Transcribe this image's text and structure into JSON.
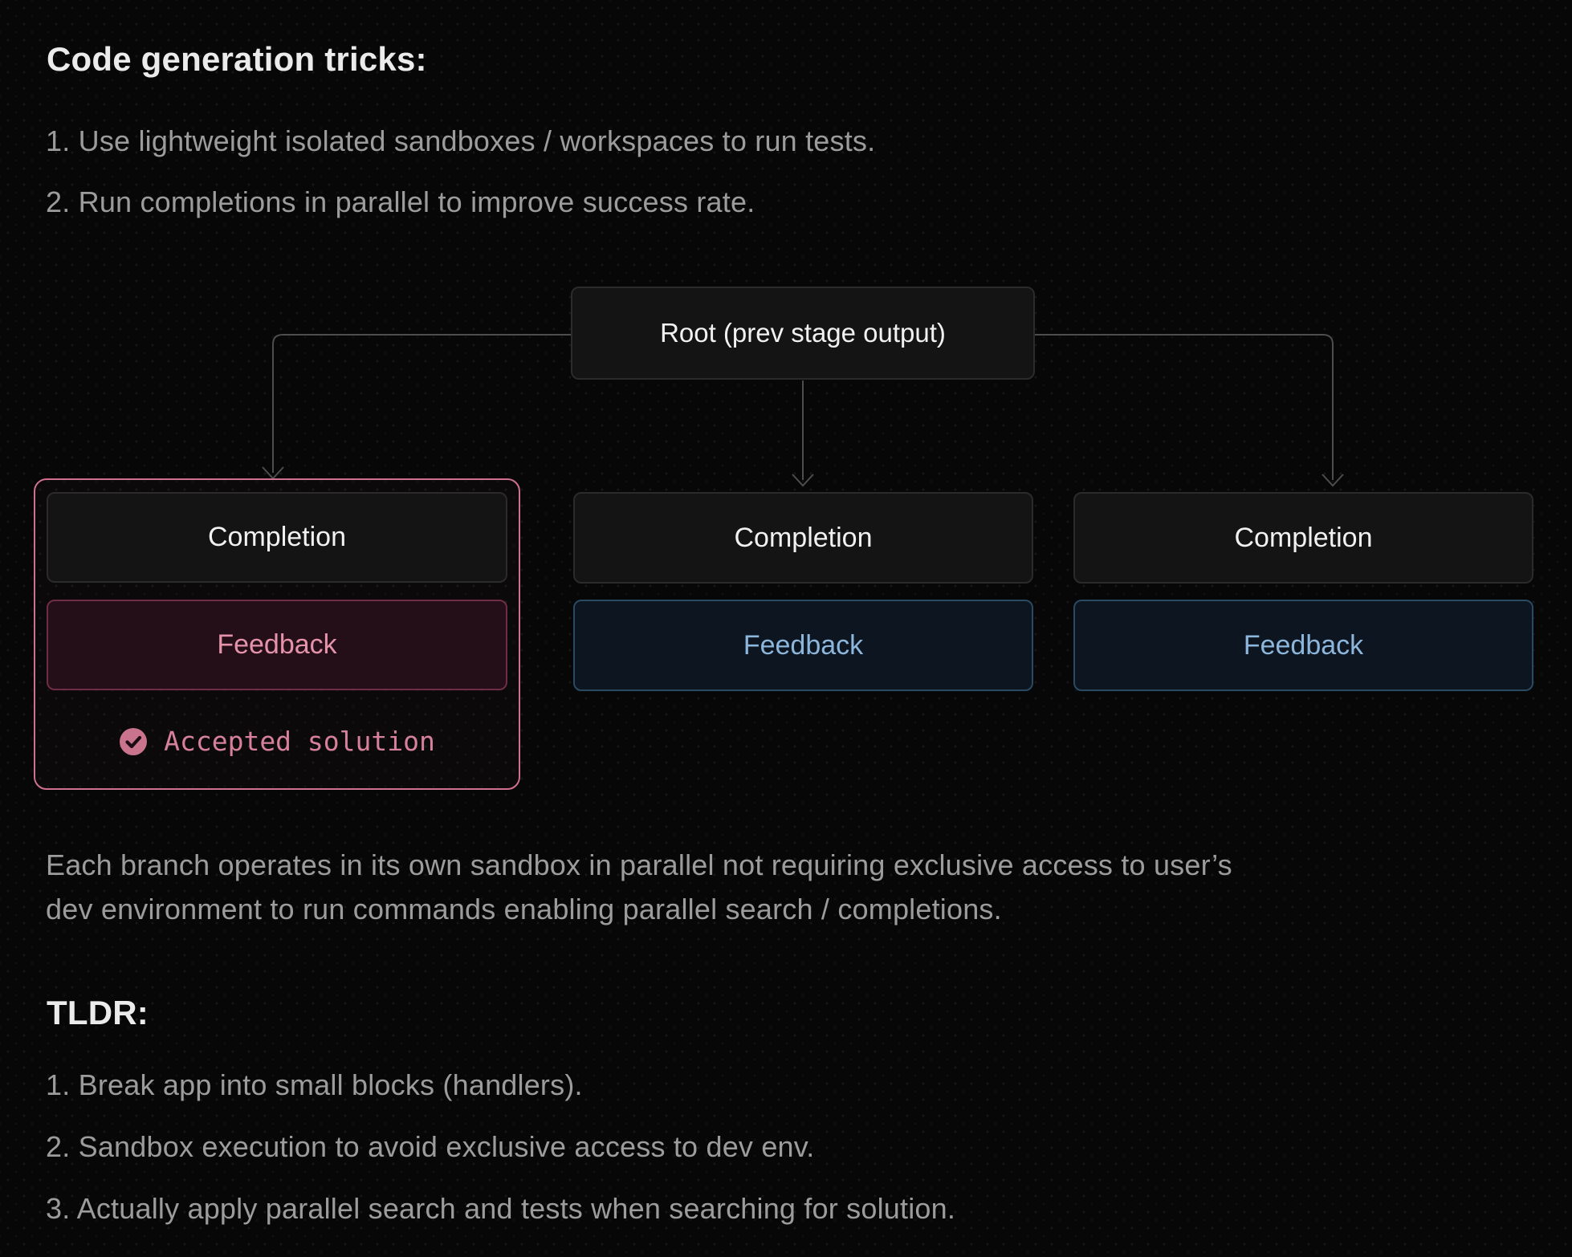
{
  "theme": {
    "background": "#070707",
    "dot_color": "#181818",
    "accent_pink": "#d0708f",
    "accent_pink_text": "#e493aa",
    "accent_blue_border": "#2a4a63",
    "accent_blue_text": "#8cb6dc",
    "node_background": "#141414",
    "node_border": "#2b2b2b",
    "text_primary": "#ededed",
    "text_secondary": "#9c9c9c",
    "connector_color": "#4d4d4d"
  },
  "intro": {
    "title": "Code generation tricks:",
    "items": [
      "1. Use lightweight isolated sandboxes / workspaces to run tests.",
      "2. Run completions in parallel to improve success rate."
    ]
  },
  "diagram": {
    "root_label": "Root (prev stage output)",
    "branches": [
      {
        "completion_label": "Completion",
        "feedback_label": "Feedback",
        "accepted": true,
        "accepted_label": "Accepted solution"
      },
      {
        "completion_label": "Completion",
        "feedback_label": "Feedback",
        "accepted": false
      },
      {
        "completion_label": "Completion",
        "feedback_label": "Feedback",
        "accepted": false
      }
    ],
    "accepted_icon": "check-circle-icon"
  },
  "summary": {
    "text": "Each branch operates in its own sandbox in parallel not requiring exclusive access to user’s dev environment to run commands enabling parallel search / completions."
  },
  "tldr": {
    "title": "TLDR:",
    "items": [
      "1. Break app into small blocks (handlers).",
      "2. Sandbox execution to avoid exclusive access to dev env.",
      "3. Actually apply parallel search and tests when searching for solution."
    ]
  }
}
